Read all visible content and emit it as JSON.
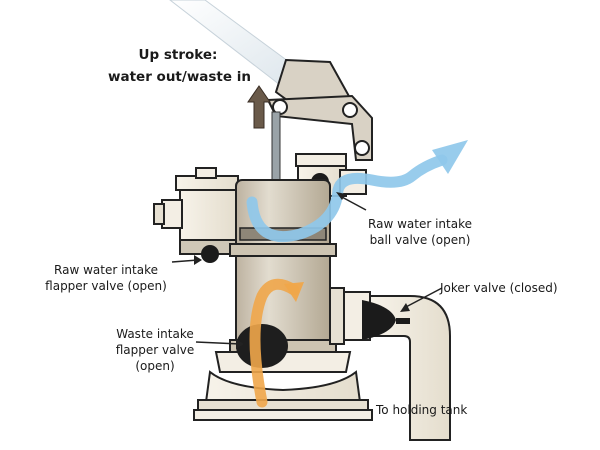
{
  "title": {
    "line1": "Up stroke:",
    "line2": "water out/waste in"
  },
  "labels": {
    "raw_ball": {
      "line1": "Raw water intake",
      "line2": "ball valve (open)"
    },
    "raw_flapper": {
      "line1": "Raw water intake",
      "line2": "flapper valve (open)"
    },
    "joker": {
      "line1": "Joker valve (closed)"
    },
    "waste_flapper": {
      "line1": "Waste intake",
      "line2": "flapper valve",
      "line3": "(open)"
    },
    "holding": {
      "line1": "To holding tank"
    }
  },
  "colors": {
    "water_flow": "#8fc8ea",
    "waste_flow": "#f0a64a",
    "pump_body": "#d8d0c0",
    "cream_fitting": "#f3eee4",
    "outline": "#222222",
    "rod": "#9aa3a8",
    "stroke_arrow": "#6a5a4a"
  },
  "icons": {
    "stroke_direction": "up-arrow-icon"
  }
}
